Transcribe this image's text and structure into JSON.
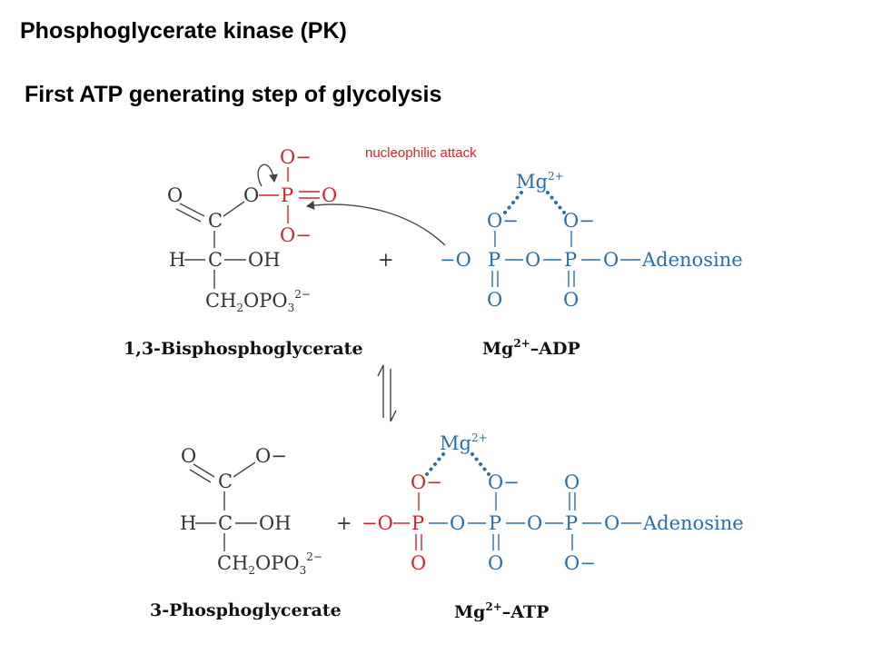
{
  "titles": {
    "main": "Phosphoglycerate kinase (PK)",
    "sub": "First ATP generating step of glycolysis"
  },
  "annotation": "nucleophilic attack",
  "atoms": {
    "O": "O",
    "O_minus": "O−",
    "minus_O": "−O",
    "C": "C",
    "H": "H",
    "OH": "OH",
    "P": "P",
    "Mg": "Mg",
    "mg_charge": "2+",
    "adenosine": "Adenosine",
    "plus": "+",
    "ch2opo": "CH",
    "ch2opo_2": "2",
    "ch2opo_opo": "OPO",
    "ch2opo_3": "3",
    "ch2opo_charge": "2−"
  },
  "labels": {
    "bpg": "1,3-Bisphosphoglycerate",
    "mgadp_charge": "2+",
    "mgadp_rest": "–ADP",
    "pg": "3-Phosphoglycerate",
    "mgatp_charge": "2+",
    "mgatp_rest": "–ATP"
  },
  "colors": {
    "transferred_phosphoryl": "#d8202a",
    "nucleotide": "#2a6fa3",
    "substrate": "#333333"
  }
}
